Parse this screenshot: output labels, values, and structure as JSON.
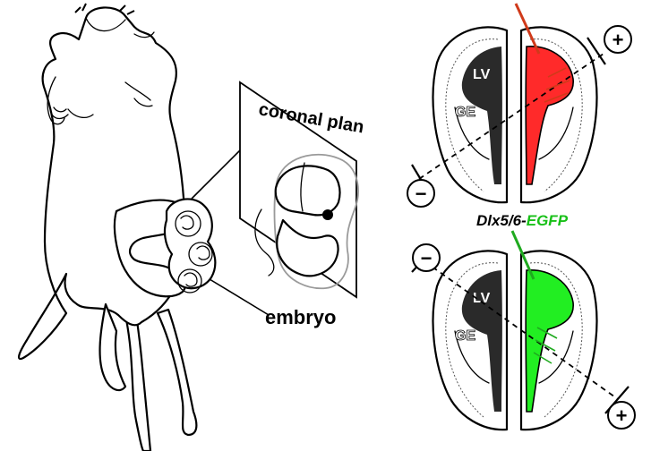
{
  "labels": {
    "coronal_plane": "coronal plan",
    "embryo": "embryo",
    "lv_top": "LV",
    "ge_top": "GE",
    "lv_bottom": "LV",
    "ge_bottom": "GE",
    "construct_italic": "Dlx5/6-",
    "construct_reporter": "EGFP",
    "plus_top": "+",
    "minus_top": "−",
    "minus_bottom": "−",
    "plus_bottom": "+"
  },
  "colors": {
    "red_fill": "#ff2a2a",
    "green_fill": "#22ee22",
    "ventricle": "#2a2a2a",
    "arrow_red": "#d03a1a",
    "arrow_green": "#1faa1f",
    "egfp_text": "#18c018"
  }
}
